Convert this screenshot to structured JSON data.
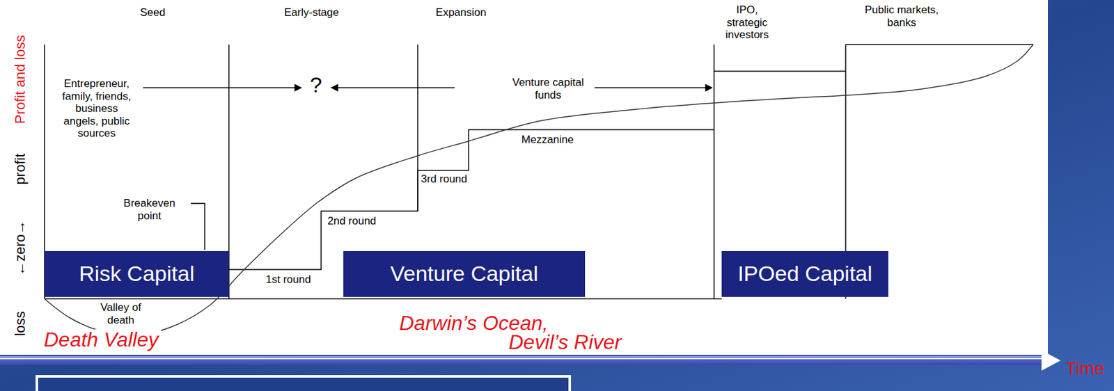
{
  "diagram": {
    "nodes": [
      {
        "text": [
          "Risk Capital"
        ]
      },
      {
        "text": [
          "Venture Capital"
        ]
      },
      {
        "text": [
          "IPOed Capital"
        ]
      }
    ],
    "labels": [
      "Seed",
      "Early-stage",
      "Expansion",
      "IPO, strategic investors",
      "Public markets, banks",
      "Profit and loss",
      "loss ←zero→ profit",
      "Entrepreneur, family, friends, business angels, public sources",
      "?",
      "Venture capital funds",
      "Mezzanine",
      "3rd round",
      "2nd round",
      "Breakeven point",
      "1st round",
      "Valley of death",
      "Death Valley",
      "Darwin’s Ocean,",
      "Devil’s River",
      "Time"
    ]
  }
}
